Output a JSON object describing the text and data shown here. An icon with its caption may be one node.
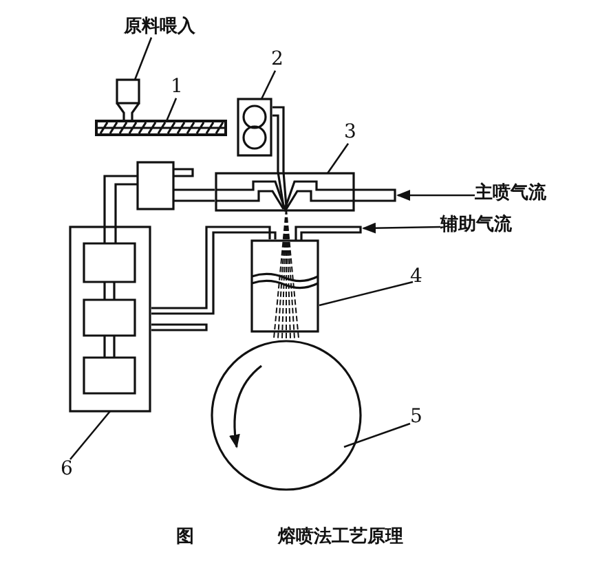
{
  "diagram": {
    "caption": "熔喷法工艺原理",
    "nodes": [
      {
        "text": [
          "原料喂入"
        ]
      },
      {
        "text": [],
        "shape": "box"
      },
      {
        "text": [
          "1"
        ]
      },
      {
        "text": [],
        "shape": "bar"
      },
      {
        "text": [
          "2"
        ]
      },
      {
        "text": [],
        "shape": "box"
      },
      {
        "text": [
          "3"
        ]
      },
      {
        "text": [],
        "shape": "box"
      },
      {
        "text": [
          "主喷气流"
        ]
      },
      {
        "text": [
          "辅助气流"
        ]
      },
      {
        "text": [
          "4"
        ]
      },
      {
        "text": [],
        "shape": "box"
      },
      {
        "text": [
          "5"
        ]
      },
      {
        "text": [],
        "shape": "circle"
      },
      {
        "text": [
          "6"
        ]
      },
      {
        "text": [],
        "shape": "box"
      }
    ],
    "edges": [
      {
        "from": 0,
        "to": 1,
        "arrow": "none"
      },
      {
        "from": 2,
        "to": 3,
        "arrow": "none"
      },
      {
        "from": 4,
        "to": 5,
        "arrow": "none"
      },
      {
        "from": 6,
        "to": 7,
        "arrow": "none"
      },
      {
        "from": 8,
        "to": 7,
        "arrow": "to"
      },
      {
        "from": 9,
        "to": 11,
        "arrow": "to"
      },
      {
        "from": 10,
        "to": 11,
        "arrow": "none"
      },
      {
        "from": 12,
        "to": 13,
        "arrow": "none"
      },
      {
        "from": 14,
        "to": 15,
        "arrow": "none"
      }
    ],
    "labels": [
      "图"
    ]
  }
}
